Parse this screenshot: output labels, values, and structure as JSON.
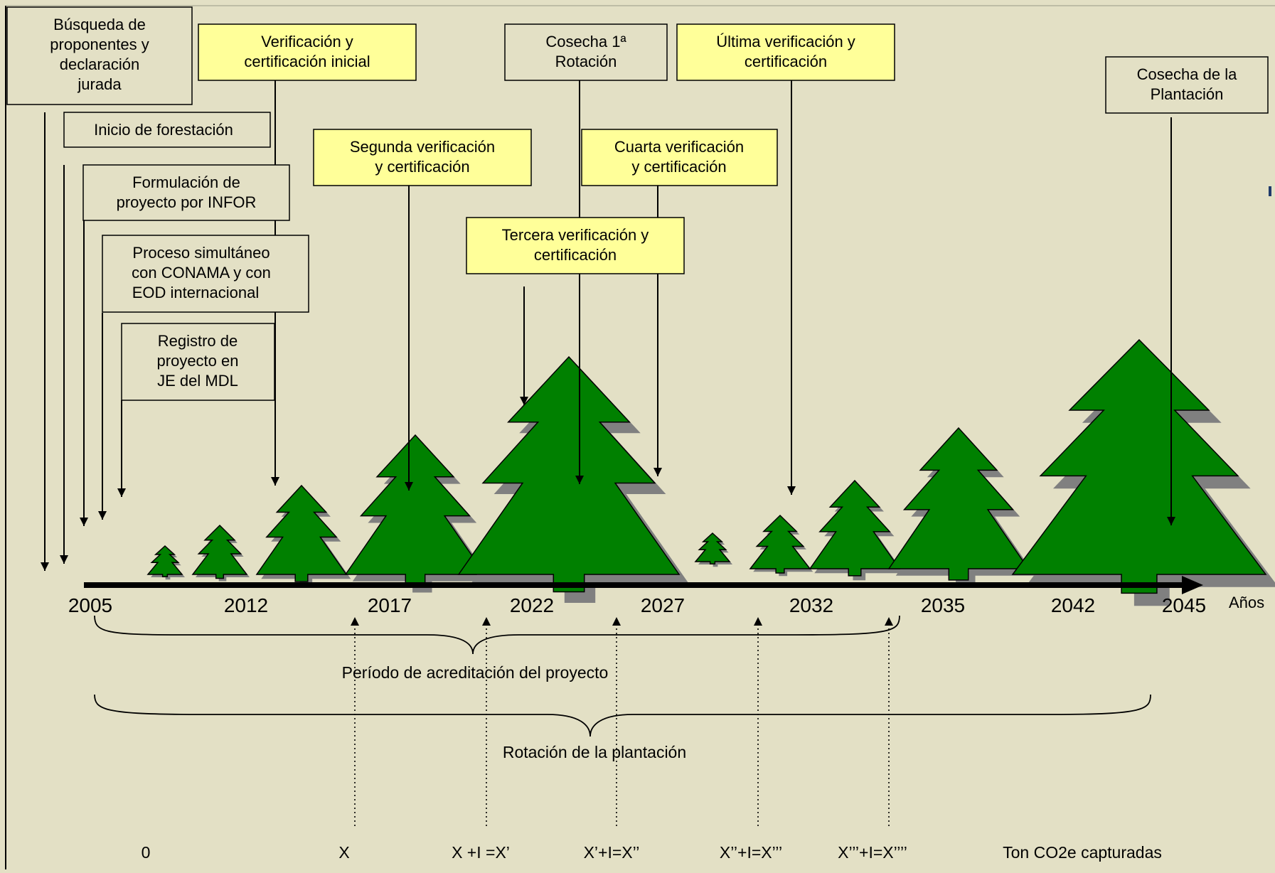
{
  "boxes": {
    "busqueda": [
      "Búsqueda de",
      "proponentes y",
      "declaración",
      "jurada"
    ],
    "inicio": [
      "Inicio de forestación"
    ],
    "formulacion": [
      "Formulación de",
      "proyecto por INFOR"
    ],
    "proceso": [
      "Proceso simultáneo",
      "con CONAMA y con",
      "EOD internacional"
    ],
    "registro": [
      "Registro de",
      "proyecto en",
      "JE del MDL"
    ],
    "verif_inicial": [
      "Verificación y",
      "certificación inicial"
    ],
    "segunda": [
      "Segunda verificación",
      "y certificación"
    ],
    "tercera": [
      "Tercera verificación y",
      "certificación"
    ],
    "cosecha1": [
      "Cosecha 1ª",
      "Rotación"
    ],
    "cuarta": [
      "Cuarta verificación",
      "y certificación"
    ],
    "ultima": [
      "Última verificación y",
      "certificación"
    ],
    "cosecha_plant": [
      "Cosecha de la",
      "Plantación"
    ]
  },
  "timeline": {
    "years": [
      "2005",
      "2012",
      "2017",
      "2022",
      "2027",
      "2032",
      "2035",
      "2042",
      "2045"
    ],
    "axis_label": "Años"
  },
  "braces": {
    "acreditacion": "Período de acreditación del proyecto",
    "rotacion": "Rotación de la plantación"
  },
  "capture": {
    "values": [
      "0",
      "X",
      "X +I =X’",
      "X’+I=X’’",
      "X’’+I=X’’’",
      "X’’’+I=X’’’’"
    ],
    "label": "Ton CO2e capturadas"
  },
  "colors": {
    "background": "#e3e0c5",
    "highlight_box": "#ffff99",
    "tree_green": "#008000",
    "tree_shadow": "#808080"
  }
}
